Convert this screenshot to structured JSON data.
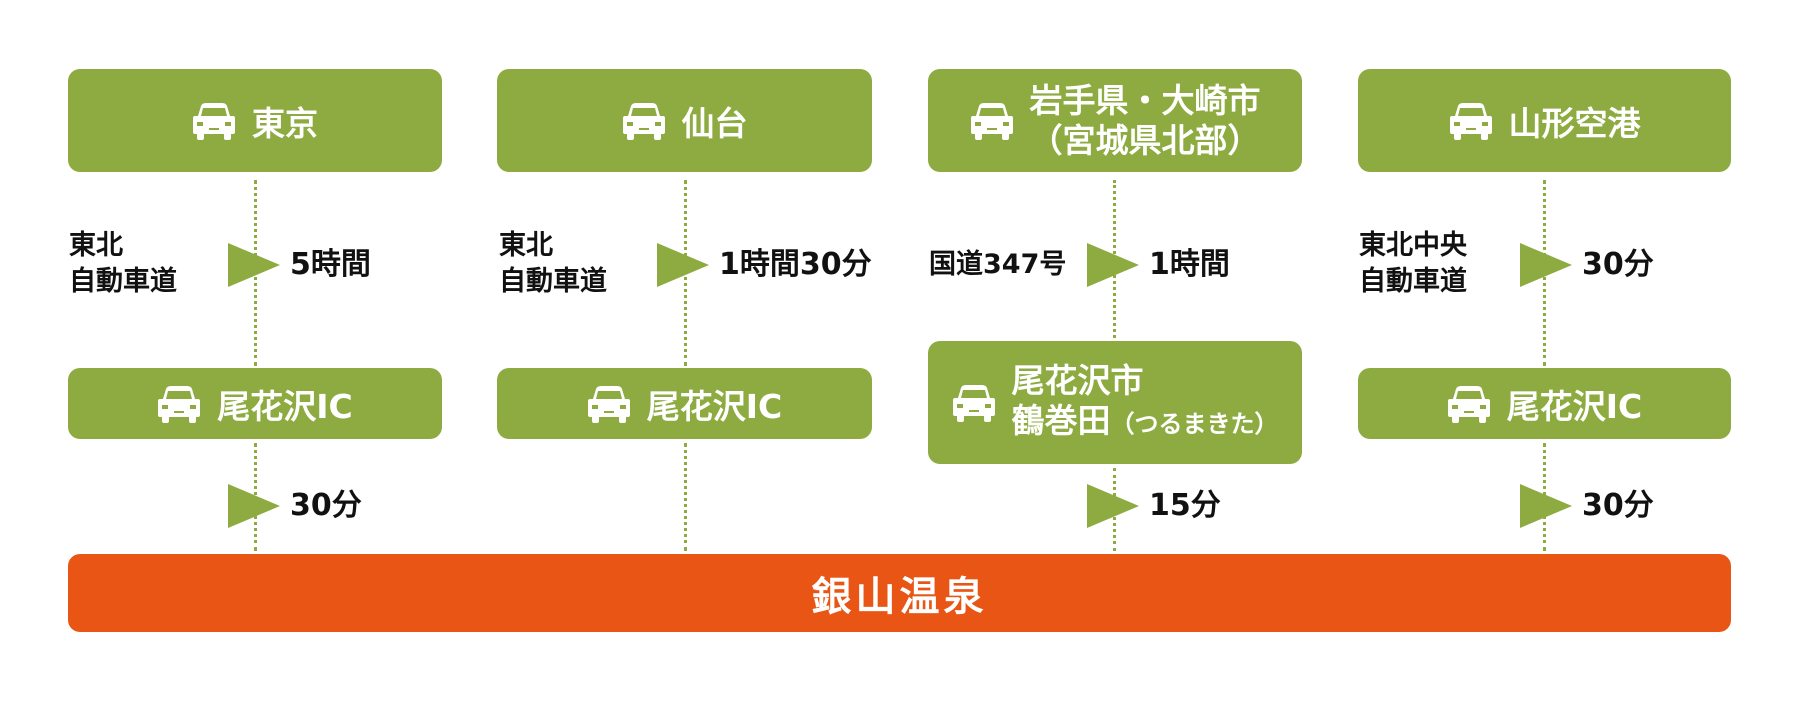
{
  "routes": [
    {
      "origin": "東京",
      "road": [
        "東北",
        "自動車道"
      ],
      "time1": "5時間",
      "via": [
        "尾花沢IC"
      ],
      "time2": "30分"
    },
    {
      "origin": "仙台",
      "road": [
        "東北",
        "自動車道"
      ],
      "time1": "1時間30分",
      "via": [
        "尾花沢IC"
      ],
      "time2": ""
    },
    {
      "origin": [
        "岩手県・大崎市",
        "（宮城県北部）"
      ],
      "road": [
        "国道347号"
      ],
      "time1": "1時間",
      "via": [
        "尾花沢市",
        "鶴巻田",
        "（つるまきた）"
      ],
      "time2": "15分"
    },
    {
      "origin": "山形空港",
      "road": [
        "東北中央",
        "自動車道"
      ],
      "time1": "30分",
      "via": [
        "尾花沢IC"
      ],
      "time2": "30分"
    }
  ],
  "destination": "銀山温泉",
  "colors": {
    "green": "#8dab40",
    "orange": "#e85514"
  }
}
